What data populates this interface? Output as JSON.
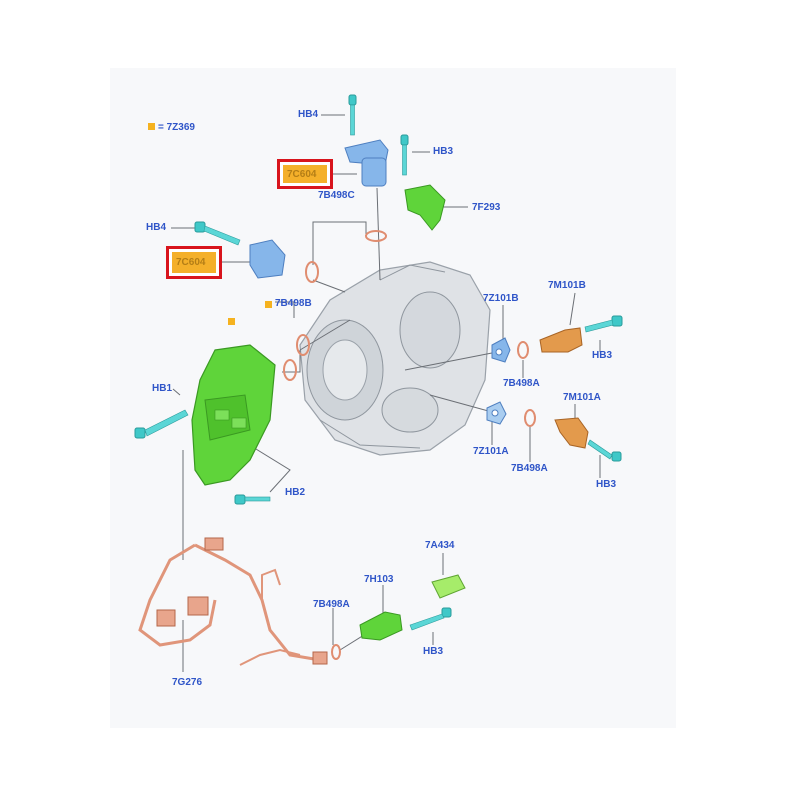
{
  "legend": {
    "swatch_color": "#f5b21f",
    "text": "= 7Z369"
  },
  "highlight": {
    "color": "#d8141c",
    "fill": "#f4b02a"
  },
  "callouts": {
    "hb4_top": "HB4",
    "hb3_top": "HB3",
    "c7c604_top": "7C604",
    "c7b498c": "7B498C",
    "c7f293": "7F293",
    "hb4_left": "HB4",
    "c7c604_left": "7C604",
    "c7b498b": "7B498B",
    "c7z101b": "7Z101B",
    "c7m101b": "7M101B",
    "hb3_right1": "HB3",
    "hb1": "HB1",
    "c7b498a_1": "7B498A",
    "c7m101a": "7M101A",
    "c7z101a": "7Z101A",
    "c7b498a_2": "7B498A",
    "hb3_right2": "HB3",
    "hb2": "HB2",
    "c7a434": "7A434",
    "c7h103": "7H103",
    "c7b498a_3": "7B498A",
    "hb3_bottom": "HB3",
    "c7g276": "7G276"
  },
  "colors": {
    "label": "#2f55c8",
    "green_part": "#5fd43a",
    "blue_part": "#86b6ea",
    "cyan_bolt": "#3fc8c8",
    "orange_part": "#e39a4c",
    "harness": "#e0957a",
    "transmission": "#d9dde2"
  }
}
